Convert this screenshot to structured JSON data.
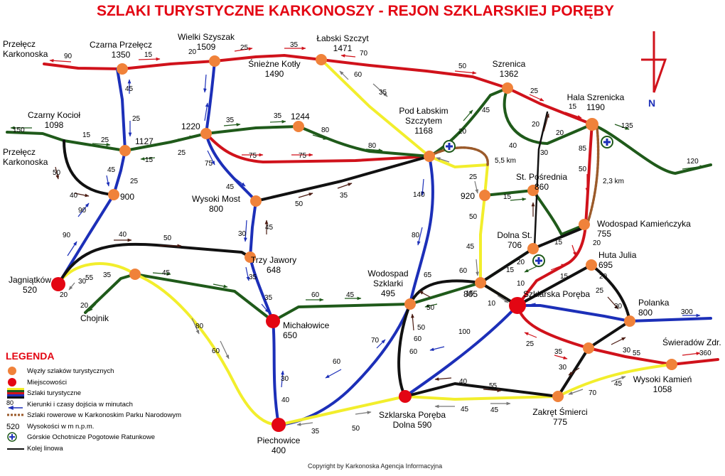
{
  "title": "SZLAKI TURYSTYCZNE KARKONOSZY - REJON SZKLARSKIEJ PORĘBY",
  "copyright": "Copyright by Karkonoska Agencja Informacyjna",
  "compass": {
    "label": "N"
  },
  "colors": {
    "red": "#d0121b",
    "blue": "#1c2fb8",
    "green": "#1f5a1a",
    "yellow": "#f2ee2c",
    "black": "#111111",
    "node": "#f0823a",
    "town": "#e30613",
    "bike": "#9b5a2a",
    "title": "#e30613"
  },
  "legend": {
    "title": "LEGENDA",
    "items": [
      {
        "symbol": "node",
        "label": "Węzły szlaków turystycznych"
      },
      {
        "symbol": "town",
        "label": "Miejscowości"
      },
      {
        "symbol": "trails",
        "label": "Szlaki turystyczne"
      },
      {
        "symbol": "arrow",
        "symbol_text": "80",
        "label": "Kierunki i czasy dojścia w minutach"
      },
      {
        "symbol": "bike",
        "label": "Szlaki rowerowe w Karkonoskim Parku Narodowym"
      },
      {
        "symbol": "elev",
        "symbol_text": "520",
        "label": "Wysokości w m n.p.m."
      },
      {
        "symbol": "rescue",
        "label": "Górskie Ochotnicze Pogotowie Ratunkowe"
      },
      {
        "symbol": "lift",
        "label": "Kolej linowa"
      }
    ]
  },
  "places": [
    {
      "name": "Przełęcz\nKarkonoska",
      "type": "text"
    },
    {
      "name": "Czarna Przełęcz\n1350",
      "type": "node"
    },
    {
      "name": "Wielki Szyszak\n1509",
      "type": "node"
    },
    {
      "name": "Łabski Szczyt\n1471",
      "type": "node"
    },
    {
      "name": "Śnieżne Kotły\n1490",
      "type": "text"
    },
    {
      "name": "Szrenica\n1362",
      "type": "node"
    },
    {
      "name": "Hala Szrenicka\n1190",
      "type": "node"
    },
    {
      "name": "Czarny Kocioł\n1098",
      "type": "text"
    },
    {
      "name": "1127",
      "type": "node"
    },
    {
      "name": "1220",
      "type": "node"
    },
    {
      "name": "1244",
      "type": "node"
    },
    {
      "name": "Pod Łabskim\nSzczytem\n1168",
      "type": "node"
    },
    {
      "name": "Przełęcz\nKarkonoska",
      "type": "text"
    },
    {
      "name": "900",
      "type": "node"
    },
    {
      "name": "Wysoki Most\n800",
      "type": "node"
    },
    {
      "name": "920",
      "type": "node"
    },
    {
      "name": "St. Pośrednia\n860",
      "type": "node"
    },
    {
      "name": "Wodospad Kamieńczyka\n755",
      "type": "node"
    },
    {
      "name": "Dolna St.\n706",
      "type": "node"
    },
    {
      "name": "Huta Julia\n695",
      "type": "node"
    },
    {
      "name": "Jagniątków\n520",
      "type": "town"
    },
    {
      "name": "Chojnik",
      "type": "text"
    },
    {
      "name": "Trzy Jawory\n648",
      "type": "node"
    },
    {
      "name": "Wodospad\nSzklarki\n495",
      "type": "node"
    },
    {
      "name": "865",
      "type": "node"
    },
    {
      "name": "Szklarska Poręba",
      "type": "town"
    },
    {
      "name": "Polanka\n800",
      "type": "node"
    },
    {
      "name": "Michałowice\n650",
      "type": "town"
    },
    {
      "name": "Świeradów Zdr.",
      "type": "text"
    },
    {
      "name": "Wysoki Kamień\n1058",
      "type": "node"
    },
    {
      "name": "Szklarska Poręba\nDolna 590",
      "type": "town"
    },
    {
      "name": "Zakręt Śmierci\n775",
      "type": "node"
    },
    {
      "name": "Piechowice\n400",
      "type": "town"
    }
  ],
  "distances": [
    "5,5 km",
    "2,3 km"
  ],
  "trail_times": [
    "90",
    "15",
    "20",
    "25",
    "35",
    "70",
    "50",
    "60",
    "35",
    "25",
    "15",
    "45",
    "25",
    "20",
    "150",
    "15",
    "25",
    "35",
    "35",
    "80",
    "75",
    "75",
    "80",
    "135",
    "120",
    "20",
    "85",
    "50",
    "45",
    "50",
    "40",
    "90",
    "40",
    "25",
    "75",
    "45",
    "30",
    "45",
    "50",
    "15",
    "25",
    "140",
    "20",
    "25",
    "15",
    "15",
    "35",
    "30",
    "20",
    "15",
    "20",
    "45",
    "50",
    "20",
    "45",
    "15",
    "80",
    "35",
    "55",
    "90",
    "40",
    "50",
    "30",
    "35",
    "10",
    "20",
    "35",
    "60",
    "45",
    "60",
    "50",
    "15",
    "10",
    "25",
    "30",
    "300",
    "45",
    "80",
    "60",
    "70",
    "50",
    "60",
    "100",
    "25",
    "35",
    "30",
    "55",
    "360",
    "30",
    "70",
    "45",
    "40",
    "55",
    "60",
    "40",
    "30",
    "50",
    "35",
    "45",
    "60",
    "45",
    "20",
    "65"
  ]
}
